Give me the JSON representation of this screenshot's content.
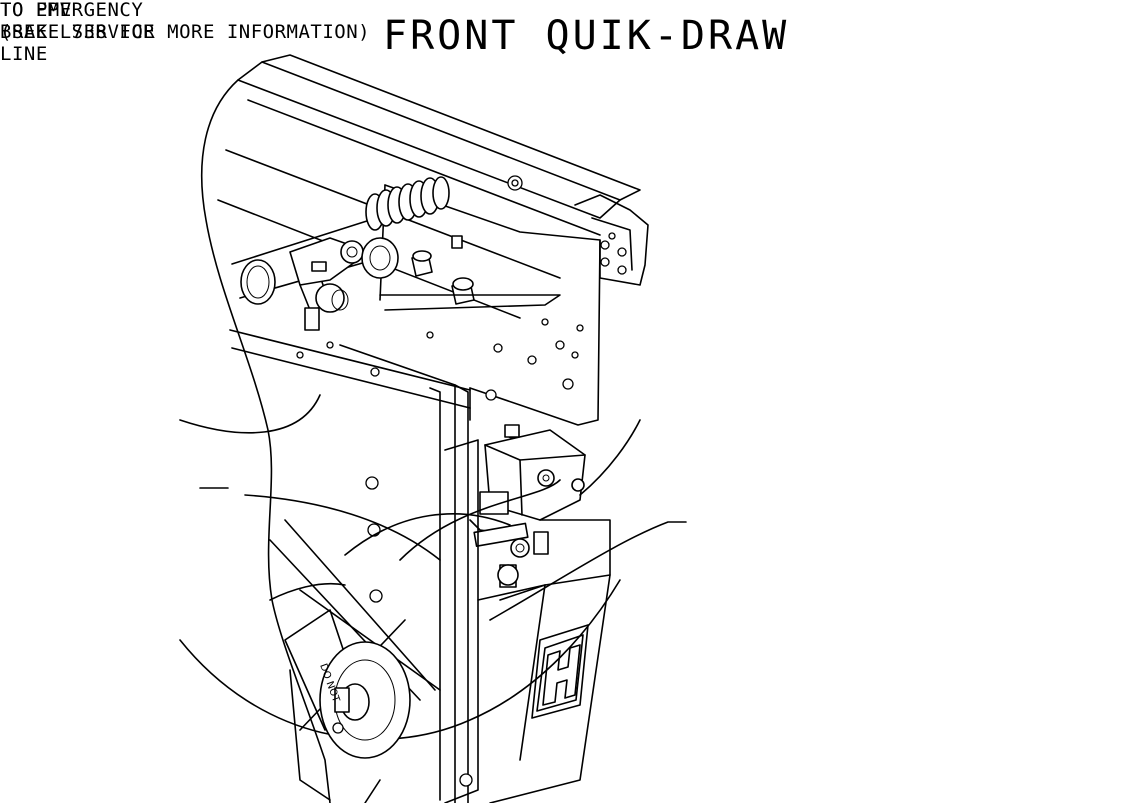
{
  "title": "FRONT QUIK-DRAW",
  "callouts": {
    "left": {
      "lines": [
        "TO EMERGENCY",
        "BRAKE SERVICE",
        "LINE"
      ]
    },
    "right": {
      "lines": [
        "TO PPV",
        "(SEE L738 FOR MORE INFORMATION)"
      ]
    }
  },
  "colors": {
    "ink": "#000000",
    "paper": "#ffffff"
  }
}
